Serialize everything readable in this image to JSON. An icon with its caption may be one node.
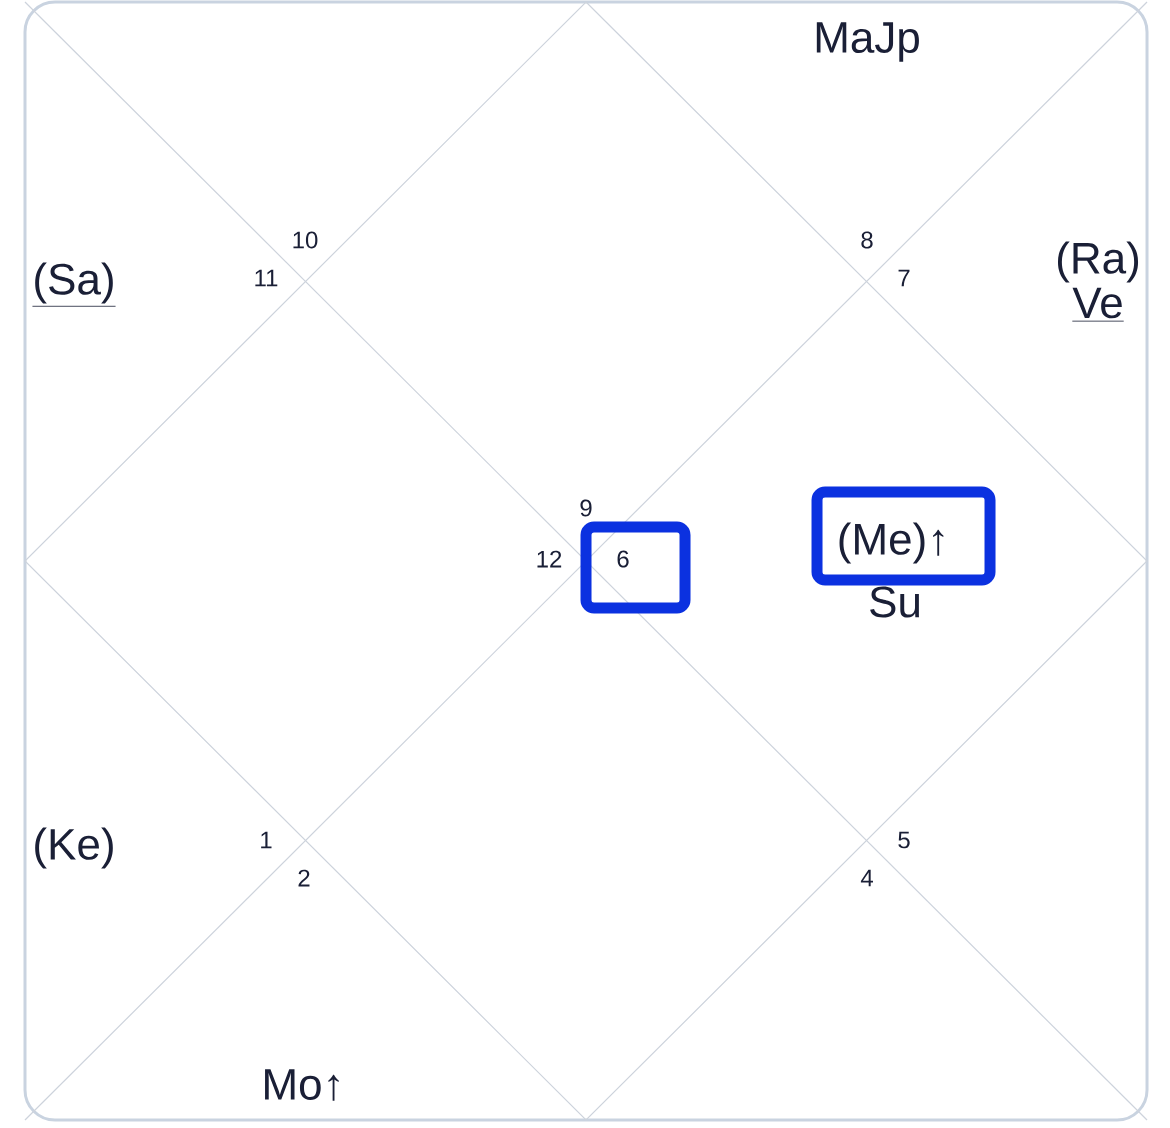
{
  "diagram": {
    "nodes": [
      {
        "text": [
          "6"
        ]
      },
      {
        "text": [
          "(Me)↑"
        ]
      }
    ],
    "labels": [
      "MaJp",
      "10",
      "8",
      "(Sa)",
      "11",
      "(Ra)",
      "7",
      "Ve",
      "9",
      "12",
      "Su",
      "(Ke)",
      "1",
      "5",
      "2",
      "4",
      "Mo↑"
    ]
  }
}
